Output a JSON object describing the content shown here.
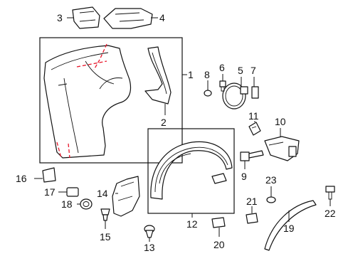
{
  "diagram": {
    "callouts": [
      {
        "id": "c1",
        "text": "1"
      },
      {
        "id": "c2",
        "text": "2"
      },
      {
        "id": "c3",
        "text": "3"
      },
      {
        "id": "c4",
        "text": "4"
      },
      {
        "id": "c5",
        "text": "5"
      },
      {
        "id": "c6",
        "text": "6"
      },
      {
        "id": "c7",
        "text": "7"
      },
      {
        "id": "c8",
        "text": "8"
      },
      {
        "id": "c9",
        "text": "9"
      },
      {
        "id": "c10",
        "text": "10"
      },
      {
        "id": "c11",
        "text": "11"
      },
      {
        "id": "c12",
        "text": "12"
      },
      {
        "id": "c13",
        "text": "13"
      },
      {
        "id": "c14",
        "text": "14"
      },
      {
        "id": "c15",
        "text": "15"
      },
      {
        "id": "c16",
        "text": "16"
      },
      {
        "id": "c17",
        "text": "17"
      },
      {
        "id": "c18",
        "text": "18"
      },
      {
        "id": "c19",
        "text": "19"
      },
      {
        "id": "c20",
        "text": "20"
      },
      {
        "id": "c21",
        "text": "21"
      },
      {
        "id": "c22",
        "text": "22"
      },
      {
        "id": "c23",
        "text": "23"
      }
    ],
    "colors": {
      "line": "#111111",
      "cut_line": "#e8162a"
    }
  }
}
